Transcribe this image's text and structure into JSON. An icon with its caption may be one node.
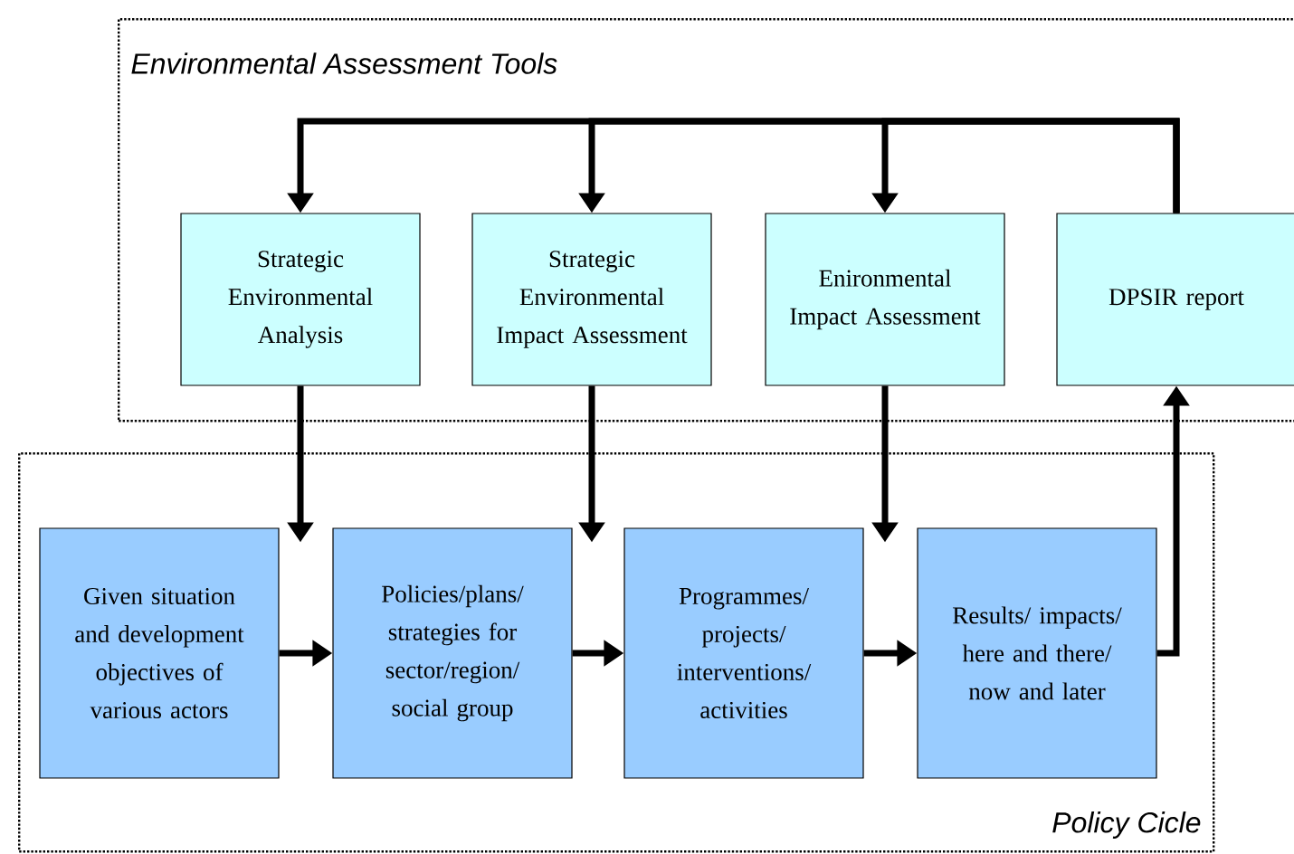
{
  "diagram": {
    "nodes": [
      {
        "text": [
          "Environmental Assessment Tools"
        ]
      },
      {
        "text": [
          "Strategic Environmental Analysis"
        ],
        "in": 0
      },
      {
        "text": [
          "Strategic Environmental Impact Assessment"
        ],
        "in": 0
      },
      {
        "text": [
          "Enironmental Impact Assessment"
        ],
        "in": 0
      },
      {
        "text": [
          "DPSIR report"
        ],
        "in": 0
      },
      {
        "text": [
          "Policy Cicle"
        ]
      },
      {
        "text": [
          "Given situation and development objectives of various actors"
        ],
        "in": 5
      },
      {
        "text": [
          "Policies/plans/ strategies for sector/region/ social group"
        ],
        "in": 5
      },
      {
        "text": [
          "Programmes/ projects/ interventions/ activities"
        ],
        "in": 5
      },
      {
        "text": [
          "Results/ impacts/ here and there/ now and later"
        ],
        "in": 5
      }
    ],
    "edges": [
      {
        "from": 4,
        "to": 1,
        "arrow": "to"
      },
      {
        "from": 4,
        "to": 2,
        "arrow": "to"
      },
      {
        "from": 4,
        "to": 3,
        "arrow": "to"
      },
      {
        "from": 1,
        "to": 6,
        "arrow": "to"
      },
      {
        "from": 2,
        "to": 7,
        "arrow": "to"
      },
      {
        "from": 3,
        "to": 8,
        "arrow": "to"
      },
      {
        "from": 6,
        "to": 7,
        "arrow": "to"
      },
      {
        "from": 7,
        "to": 8,
        "arrow": "to"
      },
      {
        "from": 8,
        "to": 9,
        "arrow": "to"
      },
      {
        "from": 9,
        "to": 4,
        "arrow": "to"
      }
    ]
  }
}
